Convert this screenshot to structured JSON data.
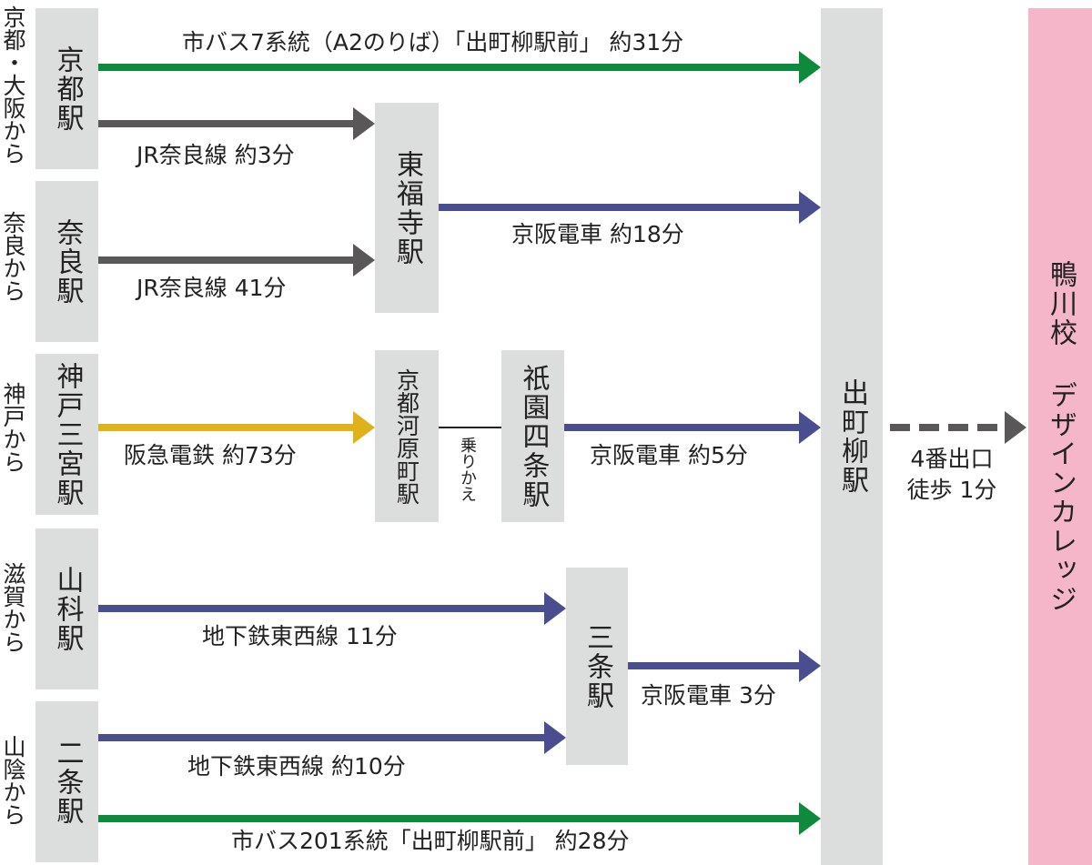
{
  "origins": [
    {
      "id": "kyoto",
      "region": "京都・大阪から",
      "station": "京都駅"
    },
    {
      "id": "nara",
      "region": "奈良から",
      "station": "奈良駅"
    },
    {
      "id": "kobe",
      "region": "神戸から",
      "station": "神戸三宮駅"
    },
    {
      "id": "shiga",
      "region": "滋賀から",
      "station": "山科駅"
    },
    {
      "id": "sanin",
      "region": "山陰から",
      "station": "二条駅"
    }
  ],
  "stations": {
    "tofukuji": "東福寺駅",
    "kawaramachi": "京都河原町駅",
    "gion": "祇園四条駅",
    "sanjo": "三条駅",
    "demachi": "出町柳駅",
    "destination": "鴨川校 デザインカレッジ"
  },
  "routes": {
    "kyoto_bus": "市バス7系統（A2のりば）「出町柳駅前」 約31分",
    "kyoto_jr": "JR奈良線 約3分",
    "tofukuji_keihan": "京阪電車 約18分",
    "nara_jr": "JR奈良線 41分",
    "kobe_hankyu": "阪急電鉄 約73分",
    "transfer": "乗りかえ",
    "gion_keihan": "京阪電車 約5分",
    "shiga_subway": "地下鉄東西線 11分",
    "sanjo_keihan": "京阪電車 3分",
    "sanin_subway": "地下鉄東西線 約10分",
    "sanin_bus": "市バス201系統「出町柳駅前」 約28分",
    "walk_exit": "4番出口",
    "walk_time": "徒歩 1分"
  },
  "colors": {
    "city_bus": "#0f8a3c",
    "jr": "#595757",
    "keihan": "#4a4e8f",
    "hankyu": "#dfb21c",
    "station_box": "#dcdddd",
    "destination_box": "#f4b6c8"
  }
}
